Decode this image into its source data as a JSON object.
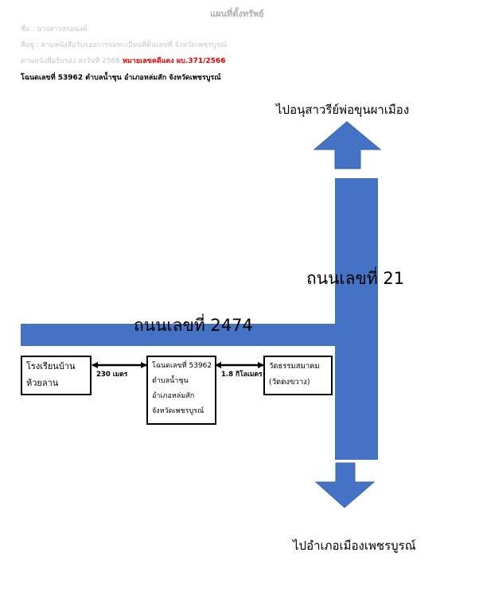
{
  "header": {
    "title": "แผนที่ตั้งทรัพย์",
    "owner_line": "ชื่อ : นางสาวอรอนงค์",
    "address_line": "ที่อยู่ : ตามหนังสือรับรองการจดทะเบียนที่ดินเลขที่ จังหวัดเพชรบูรณ์",
    "ref_line": "ตามหนังสือรับรอง ลงวันที่ 2566",
    "ref_code": "หมายเลขคดีแดง ผบ.371/2566",
    "deed_line": "โฉนดเลขที่ 53962 ตำบลน้ำชุน  อำเภอหล่มสัก  จังหวัดเพชรบูรณ์"
  },
  "roads": {
    "horizontal": "ถนนเลขที่ 2474",
    "vertical": "ถนนเลขที่ 21"
  },
  "destinations": {
    "north": "ไปอนุสาวรีย์พ่อขุนผาเมือง",
    "south": "ไปอำเภอเมืองเพชรบูรณ์"
  },
  "places": {
    "school": [
      "โรงเรียนบ้าน",
      "ห้วยลาน"
    ],
    "parcel": [
      "โฉนดเลขที่ 53962",
      "ตำบลน้ำชุน",
      "อำเภอหล่มสัก",
      "จังหวัดเพชรบูรณ์"
    ],
    "temple": [
      "วัดธรรมสมาคม",
      "(วัดดงขวาง)"
    ]
  },
  "distances": {
    "school_to_parcel": "230 เมตร",
    "parcel_to_temple": "1.8 กิโลเมตร"
  },
  "colors": {
    "road": "#4472c4",
    "arrow_line": "#000000"
  }
}
